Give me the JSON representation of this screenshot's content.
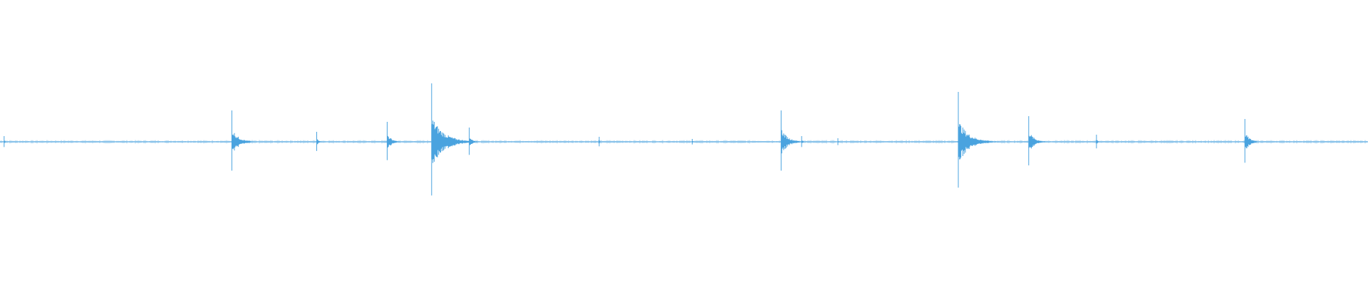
{
  "waveform": {
    "color": "#4aa3df",
    "baseline_amplitude": 0.012,
    "duration_fraction_events": [
      {
        "position": 0.003,
        "amplitude": 0.04
      },
      {
        "position": 0.1695,
        "amplitude": 0.22
      },
      {
        "position": 0.2315,
        "amplitude": 0.07
      },
      {
        "position": 0.283,
        "amplitude": 0.14
      },
      {
        "position": 0.3155,
        "amplitude": 0.41
      },
      {
        "position": 0.343,
        "amplitude": 0.1
      },
      {
        "position": 0.438,
        "amplitude": 0.035
      },
      {
        "position": 0.506,
        "amplitude": 0.02
      },
      {
        "position": 0.571,
        "amplitude": 0.22
      },
      {
        "position": 0.586,
        "amplitude": 0.04
      },
      {
        "position": 0.6125,
        "amplitude": 0.025
      },
      {
        "position": 0.7005,
        "amplitude": 0.35
      },
      {
        "position": 0.752,
        "amplitude": 0.18
      },
      {
        "position": 0.8015,
        "amplitude": 0.05
      },
      {
        "position": 0.91,
        "amplitude": 0.16
      }
    ]
  }
}
